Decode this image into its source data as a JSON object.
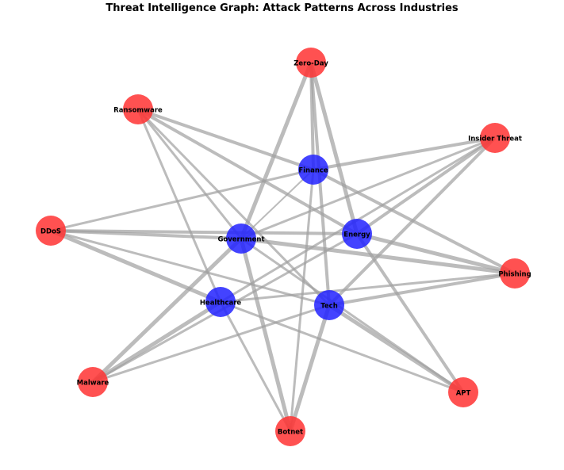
{
  "title": "Threat Intelligence Graph: Attack Patterns Across Industries",
  "colors": {
    "attack": "#ff3333",
    "industry": "#2222ff",
    "edge": "#a0a0a0"
  },
  "nodes": [
    {
      "id": "Zero-Day",
      "type": "attack"
    },
    {
      "id": "Ransomware",
      "type": "attack"
    },
    {
      "id": "Insider Threat",
      "type": "attack"
    },
    {
      "id": "DDoS",
      "type": "attack"
    },
    {
      "id": "Phishing",
      "type": "attack"
    },
    {
      "id": "Malware",
      "type": "attack"
    },
    {
      "id": "APT",
      "type": "attack"
    },
    {
      "id": "Botnet",
      "type": "attack"
    },
    {
      "id": "Finance",
      "type": "industry"
    },
    {
      "id": "Government",
      "type": "industry"
    },
    {
      "id": "Energy",
      "type": "industry"
    },
    {
      "id": "Healthcare",
      "type": "industry"
    },
    {
      "id": "Tech",
      "type": "industry"
    }
  ],
  "edges": [
    {
      "source": "Zero-Day",
      "target": "Government",
      "weight": 5
    },
    {
      "source": "Zero-Day",
      "target": "Finance",
      "weight": 4
    },
    {
      "source": "Zero-Day",
      "target": "Energy",
      "weight": 5
    },
    {
      "source": "Zero-Day",
      "target": "Tech",
      "weight": 4
    },
    {
      "source": "Ransomware",
      "target": "Finance",
      "weight": 4
    },
    {
      "source": "Ransomware",
      "target": "Energy",
      "weight": 4
    },
    {
      "source": "Ransomware",
      "target": "Government",
      "weight": 3
    },
    {
      "source": "Ransomware",
      "target": "Tech",
      "weight": 3
    },
    {
      "source": "Ransomware",
      "target": "Healthcare",
      "weight": 3
    },
    {
      "source": "Insider Threat",
      "target": "Finance",
      "weight": 4
    },
    {
      "source": "Insider Threat",
      "target": "Government",
      "weight": 3
    },
    {
      "source": "Insider Threat",
      "target": "Energy",
      "weight": 4
    },
    {
      "source": "Insider Threat",
      "target": "Healthcare",
      "weight": 3
    },
    {
      "source": "Insider Threat",
      "target": "Tech",
      "weight": 4
    },
    {
      "source": "DDoS",
      "target": "Finance",
      "weight": 3
    },
    {
      "source": "DDoS",
      "target": "Government",
      "weight": 4
    },
    {
      "source": "DDoS",
      "target": "Energy",
      "weight": 4
    },
    {
      "source": "DDoS",
      "target": "Tech",
      "weight": 3
    },
    {
      "source": "DDoS",
      "target": "Healthcare",
      "weight": 5
    },
    {
      "source": "Phishing",
      "target": "Finance",
      "weight": 4
    },
    {
      "source": "Phishing",
      "target": "Government",
      "weight": 5
    },
    {
      "source": "Phishing",
      "target": "Energy",
      "weight": 5
    },
    {
      "source": "Phishing",
      "target": "Tech",
      "weight": 4
    },
    {
      "source": "Phishing",
      "target": "Healthcare",
      "weight": 3
    },
    {
      "source": "Malware",
      "target": "Government",
      "weight": 5
    },
    {
      "source": "Malware",
      "target": "Energy",
      "weight": 3
    },
    {
      "source": "Malware",
      "target": "Tech",
      "weight": 3
    },
    {
      "source": "Malware",
      "target": "Healthcare",
      "weight": 5
    },
    {
      "source": "APT",
      "target": "Energy",
      "weight": 4
    },
    {
      "source": "APT",
      "target": "Tech",
      "weight": 5
    },
    {
      "source": "APT",
      "target": "Government",
      "weight": 3
    },
    {
      "source": "APT",
      "target": "Healthcare",
      "weight": 3
    },
    {
      "source": "Botnet",
      "target": "Finance",
      "weight": 3
    },
    {
      "source": "Botnet",
      "target": "Government",
      "weight": 5
    },
    {
      "source": "Botnet",
      "target": "Healthcare",
      "weight": 3
    },
    {
      "source": "Botnet",
      "target": "Tech",
      "weight": 5
    },
    {
      "source": "Finance",
      "target": "Government",
      "weight": 2
    }
  ]
}
